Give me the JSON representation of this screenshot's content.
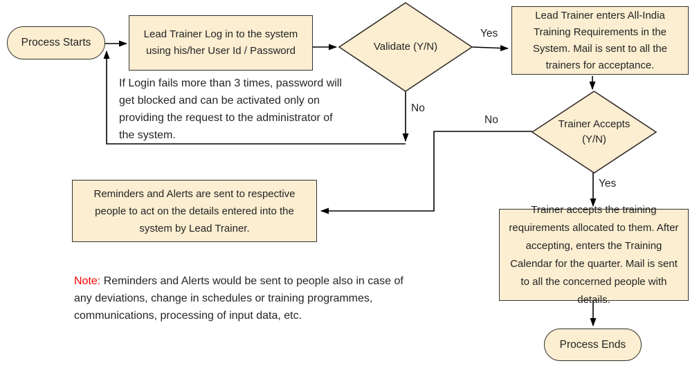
{
  "nodes": {
    "process_starts": "Process Starts",
    "login": "Lead Trainer Log in to the system using his/her User Id / Password",
    "validate": "Validate (Y/N)",
    "enter_requirements": "Lead Trainer enters All-India Training Requirements in the System. Mail is sent to all the trainers for acceptance.",
    "trainer_accepts": "Trainer Accepts (Y/N)",
    "reminders": "Reminders and Alerts are sent to respective people to act on the details entered into the system by Lead Trainer.",
    "accept_details": "Trainer accepts the training requirements allocated to them. After accepting, enters the Training Calendar for the quarter. Mail is sent to all the concerned people with details.",
    "process_ends": "Process Ends"
  },
  "edge_labels": {
    "validate_yes": "Yes",
    "validate_no": "No",
    "accepts_no": "No",
    "accepts_yes": "Yes"
  },
  "annotations": {
    "login_note_lines": [
      "If Login fails more than 3 times, password will",
      "get blocked and can be activated only on",
      "providing the request to the administrator of",
      "the system."
    ],
    "note": {
      "label": "Note:",
      "lines": [
        " Reminders and Alerts would be sent to people also in case of",
        "any deviations, change in schedules or training programmes,",
        "communications, processing of input data, etc."
      ]
    }
  },
  "colors": {
    "node_fill": "#FBEED1",
    "node_border": "#33302B",
    "line": "#000000",
    "text": "#242424",
    "note_red": "#FF0000"
  }
}
